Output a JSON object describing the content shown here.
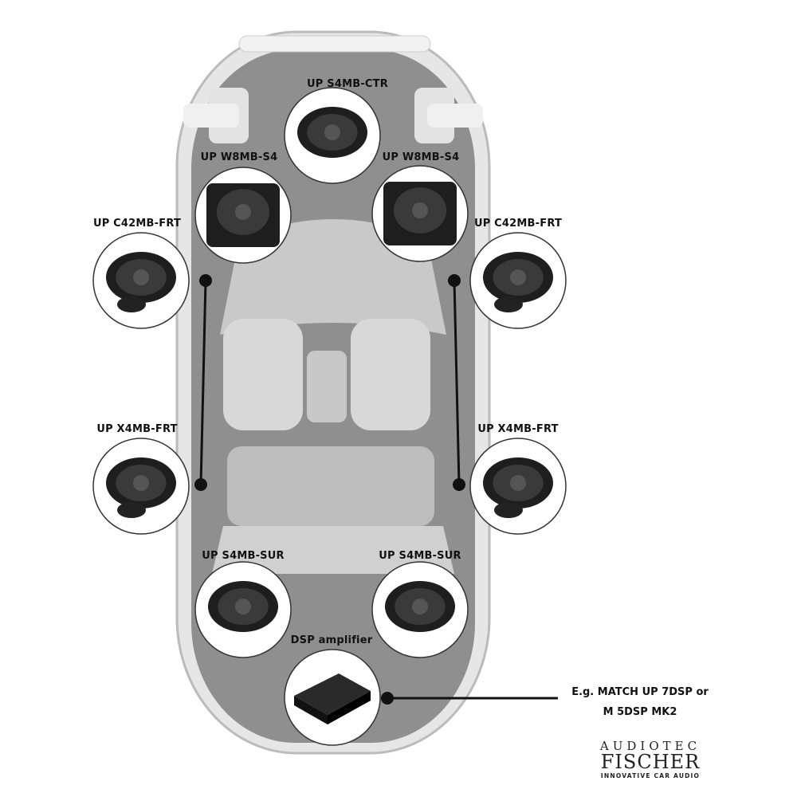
{
  "labels": {
    "center": "UP S4MB-CTR",
    "woofer_left": "UP W8MB-S4",
    "woofer_right": "UP W8MB-S4",
    "front_left": "UP C42MB-FRT",
    "front_right": "UP C42MB-FRT",
    "rear_door_left": "UP X4MB-FRT",
    "rear_door_right": "UP X4MB-FRT",
    "surround_left": "UP S4MB-SUR",
    "surround_right": "UP S4MB-SUR",
    "amplifier": "DSP amplifier"
  },
  "amplifier_note": {
    "line1": "E.g. MATCH UP 7DSP or",
    "line2": "M 5DSP MK2"
  },
  "logo": {
    "line1": "AUDIOTEC",
    "line2": "FISCHER",
    "line3": "INNOVATIVE CAR AUDIO"
  },
  "colors": {
    "car_body": "#8f8f8f",
    "car_glass": "#d9d9d9",
    "speaker": "#1e1e1e"
  }
}
